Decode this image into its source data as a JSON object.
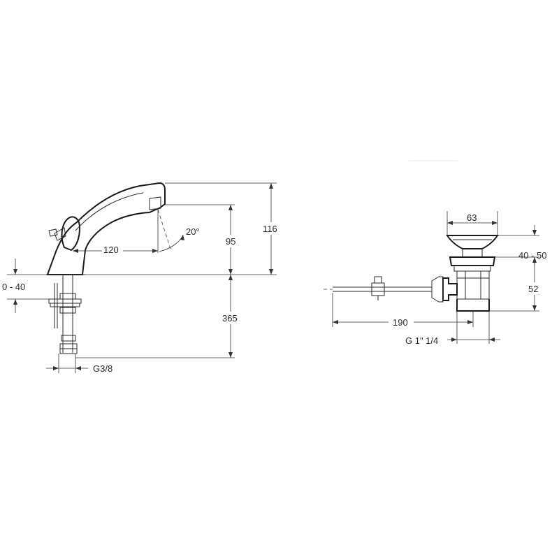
{
  "faucet": {
    "height_total": "116",
    "height_spout": "95",
    "height_pipe": "365",
    "reach": "120",
    "angle": "20°",
    "deck_thickness": "0 - 40",
    "connection": "G3/8"
  },
  "waste": {
    "head_width": "63",
    "plug_adjust": "40 - 50",
    "body_height": "52",
    "rod_length": "190",
    "thread": "G 1\" 1/4"
  },
  "colors": {
    "ink": "#2a2a2a",
    "background": "#ffffff"
  }
}
